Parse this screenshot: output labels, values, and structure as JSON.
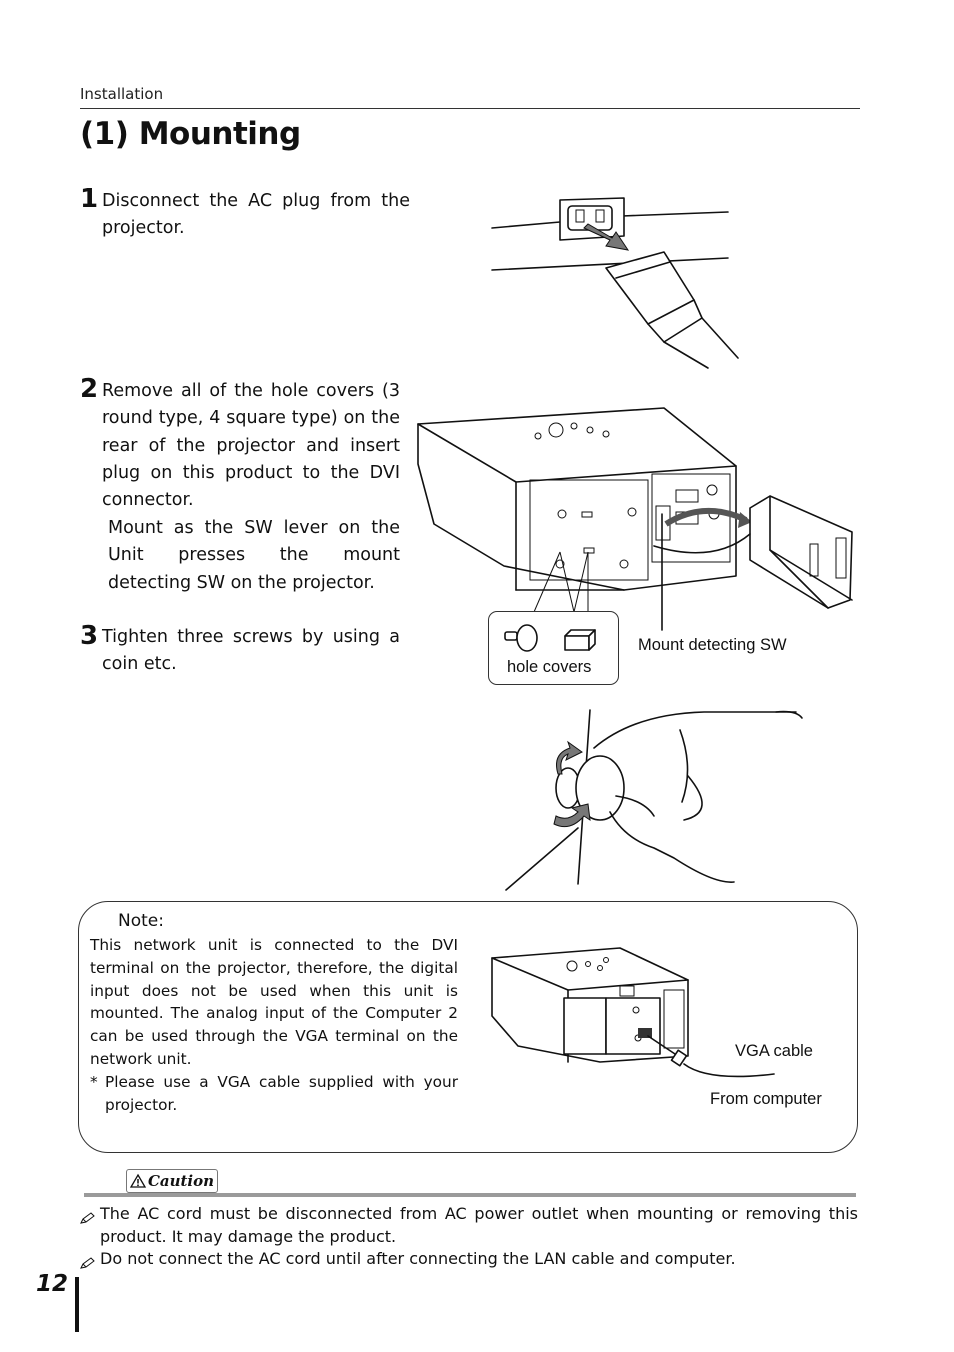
{
  "header": {
    "section": "Installation",
    "title": "(1) Mounting"
  },
  "steps": [
    {
      "number": "1",
      "text": "Disconnect the AC plug from the projector.",
      "extra": ""
    },
    {
      "number": "2",
      "text": "Remove all of the hole covers (3 round type, 4 square type) on the rear of the projector and insert plug on this product to the DVI connector.",
      "extra": "Mount as the SW lever on the Unit presses the mount detecting SW on the projector."
    },
    {
      "number": "3",
      "text": "Tighten three screws by using a coin etc.",
      "extra": ""
    }
  ],
  "figures": {
    "hole_covers": "hole covers",
    "mount_sw": "Mount detecting SW",
    "vga_cable": "VGA cable",
    "from_computer": "From computer"
  },
  "note": {
    "title": "Note:",
    "text": "This network unit is connected to the DVI terminal on the projector, therefore, the digital input does not be used when this unit is mounted. The analog input of the Computer 2 can be used through the VGA terminal on the network unit.",
    "bullet_mark": "*",
    "bullet": "Please use a VGA cable supplied with your projector."
  },
  "caution": {
    "label": "Caution",
    "icon": "warning-triangle-icon",
    "bullet_icon": "pencil-icon",
    "items": [
      "The AC cord must be disconnected from AC power outlet when mounting or removing this product. It may damage the product.",
      "Do not connect the AC cord until after connecting the LAN cable and computer."
    ]
  },
  "page_number": "12"
}
